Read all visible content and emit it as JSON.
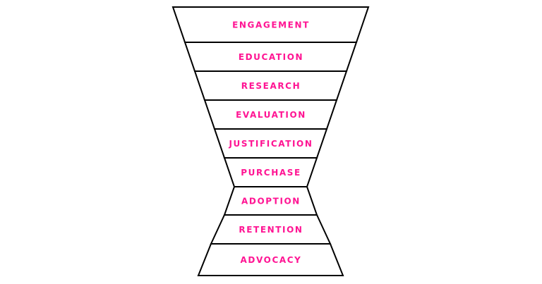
{
  "diagram": {
    "label_color": "#ff1493",
    "line_color": "#000000",
    "stages": [
      {
        "label": "ENGAGEMENT"
      },
      {
        "label": "EDUCATION"
      },
      {
        "label": "RESEARCH"
      },
      {
        "label": "EVALUATION"
      },
      {
        "label": "JUSTIFICATION"
      },
      {
        "label": "PURCHASE"
      },
      {
        "label": "ADOPTION"
      },
      {
        "label": "RETENTION"
      },
      {
        "label": "ADVOCACY"
      }
    ]
  }
}
